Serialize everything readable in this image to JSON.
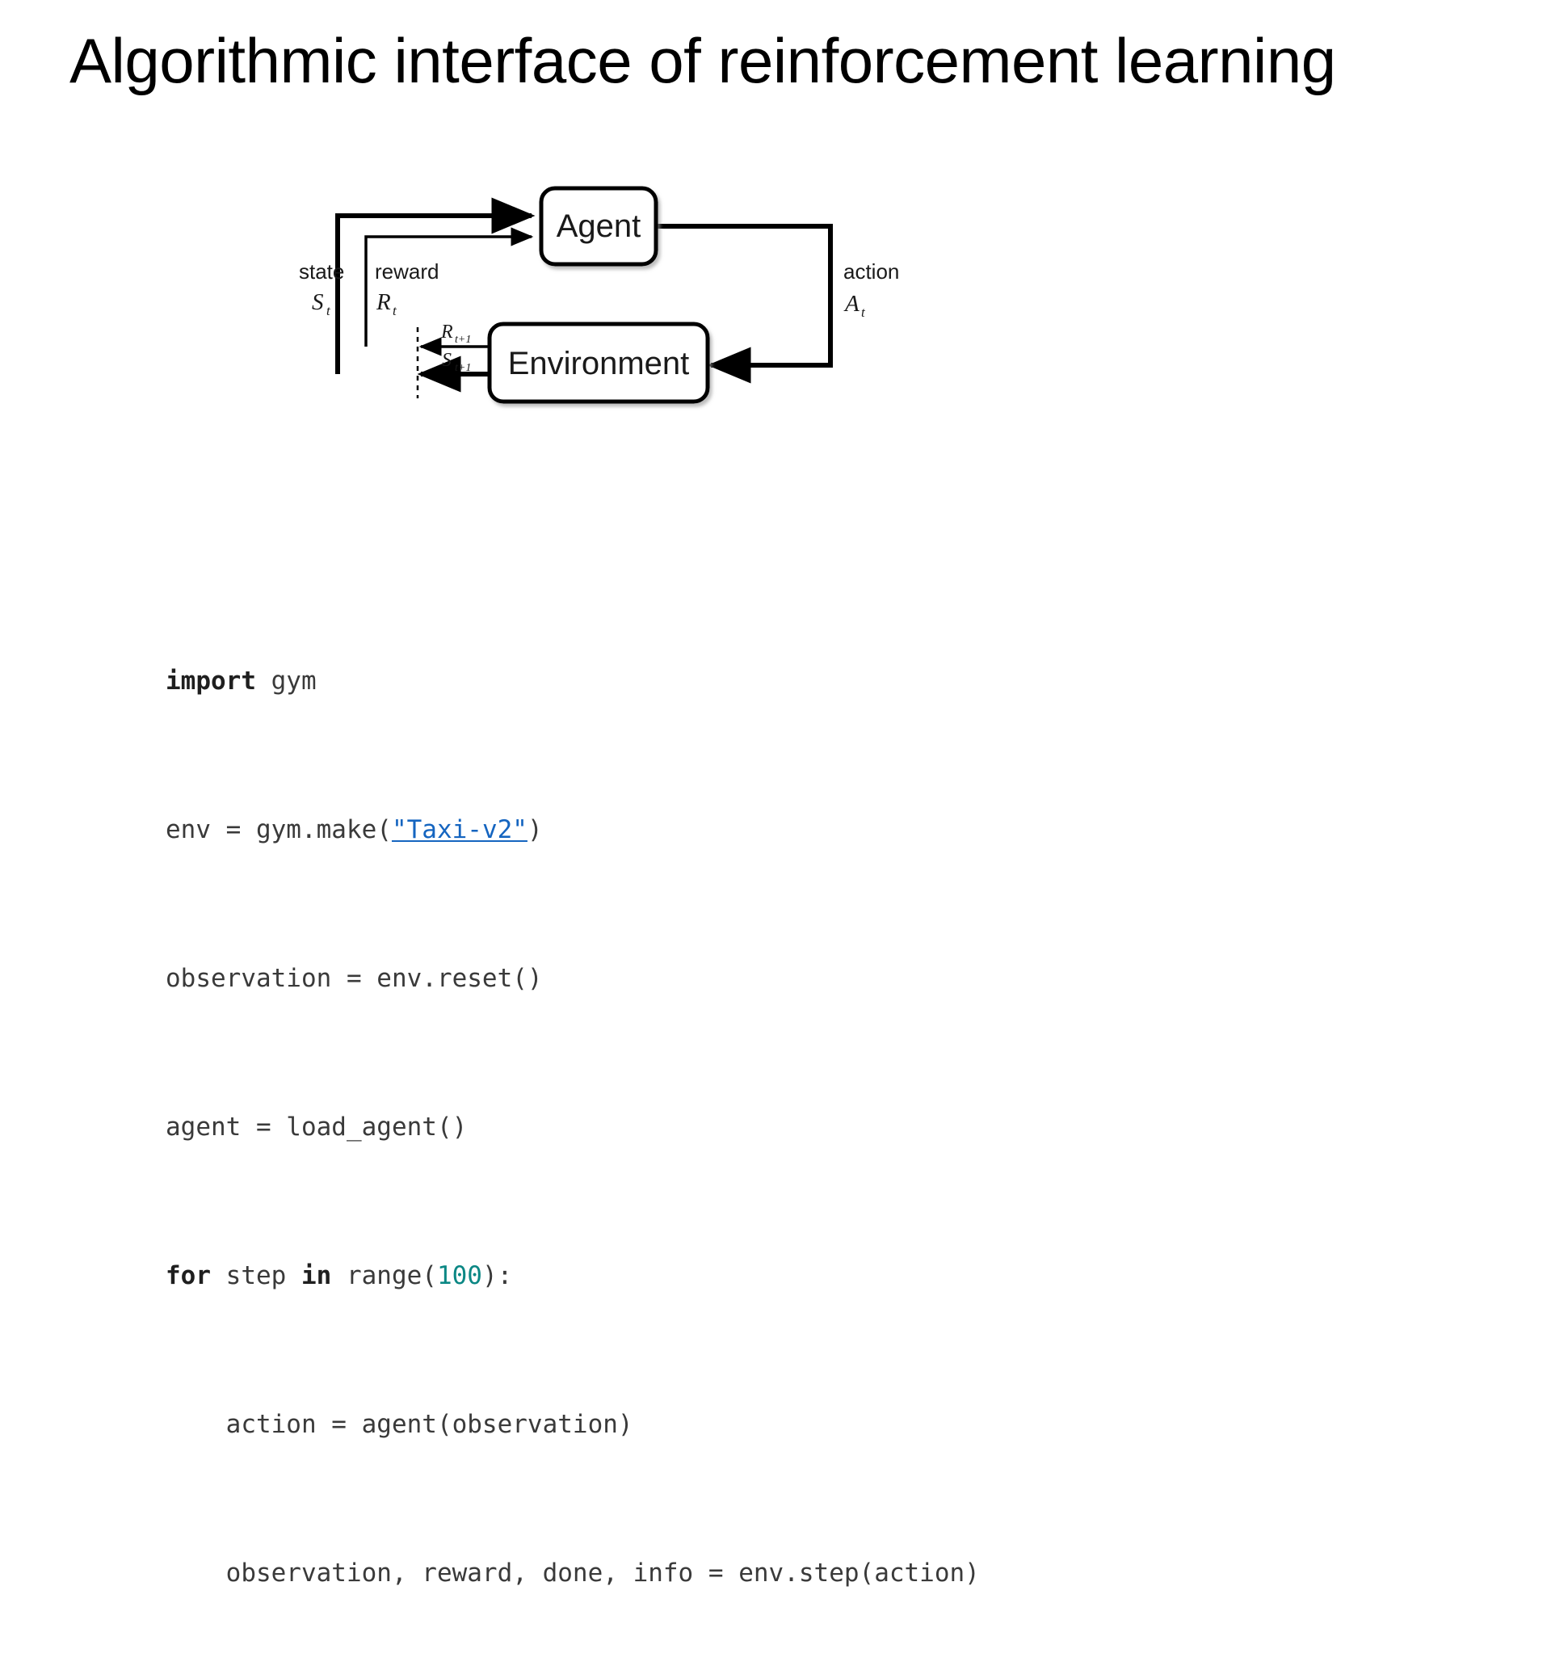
{
  "slide": {
    "title": "Algorithmic interface of reinforcement learning",
    "background_color": "#ffffff"
  },
  "diagram": {
    "name": "agent-environment-interaction-loop",
    "nodes": [
      {
        "id": "agent",
        "label": "Agent"
      },
      {
        "id": "environment",
        "label": "Environment"
      }
    ],
    "edges": [
      {
        "id": "state",
        "label": "state",
        "symbol": "S",
        "subscript": "t",
        "from": "environment",
        "to": "agent"
      },
      {
        "id": "reward",
        "label": "reward",
        "symbol": "R",
        "subscript": "t",
        "from": "environment",
        "to": "agent"
      },
      {
        "id": "action",
        "label": "action",
        "symbol": "A",
        "subscript": "t",
        "from": "agent",
        "to": "environment"
      },
      {
        "id": "next-reward",
        "label": "",
        "symbol": "R",
        "subscript": "t+1",
        "from": "environment",
        "to": "agent"
      },
      {
        "id": "next-state",
        "label": "",
        "symbol": "S",
        "subscript": "t+1",
        "from": "environment",
        "to": "agent"
      }
    ],
    "labels": {
      "state": "state",
      "reward": "reward",
      "action": "action",
      "state_symbol": "S",
      "state_sub": "t",
      "reward_symbol": "R",
      "reward_sub": "t",
      "action_symbol": "A",
      "action_sub": "t",
      "next_reward_symbol": "R",
      "next_reward_sub": "t+1",
      "next_state_symbol": "S",
      "next_state_sub": "t+1"
    },
    "stroke_color": "#000000"
  },
  "code": {
    "language": "python",
    "link_color": "#1565c0",
    "number_color": "#0b8784",
    "lines": [
      {
        "id": "line-1",
        "text": "import gym"
      },
      {
        "id": "line-2",
        "text": "env = gym.make(\"Taxi-v2\")"
      },
      {
        "id": "line-3",
        "text": "observation = env.reset()"
      },
      {
        "id": "line-4",
        "text": "agent = load_agent()"
      },
      {
        "id": "line-5",
        "text": "for step in range(100):"
      },
      {
        "id": "line-6",
        "text": "    action = agent(observation)"
      },
      {
        "id": "line-7",
        "text": "    observation, reward, done, info = env.step(action)"
      }
    ],
    "tokens": {
      "kw_import": "import",
      "kw_for": "for",
      "kw_in": "in",
      "env_id": "\"Taxi-v2\"",
      "range_arg": "100",
      "l1_rest": " gym",
      "l2_pre": "env = gym.make(",
      "l2_post": ")",
      "l3": "observation = env.reset()",
      "l4": "agent = load_agent()",
      "l5_a": " step ",
      "l5_b": " range(",
      "l5_c": "):",
      "l6": "    action = agent(observation)",
      "l7": "    observation, reward, done, info = env.step(action)"
    }
  }
}
